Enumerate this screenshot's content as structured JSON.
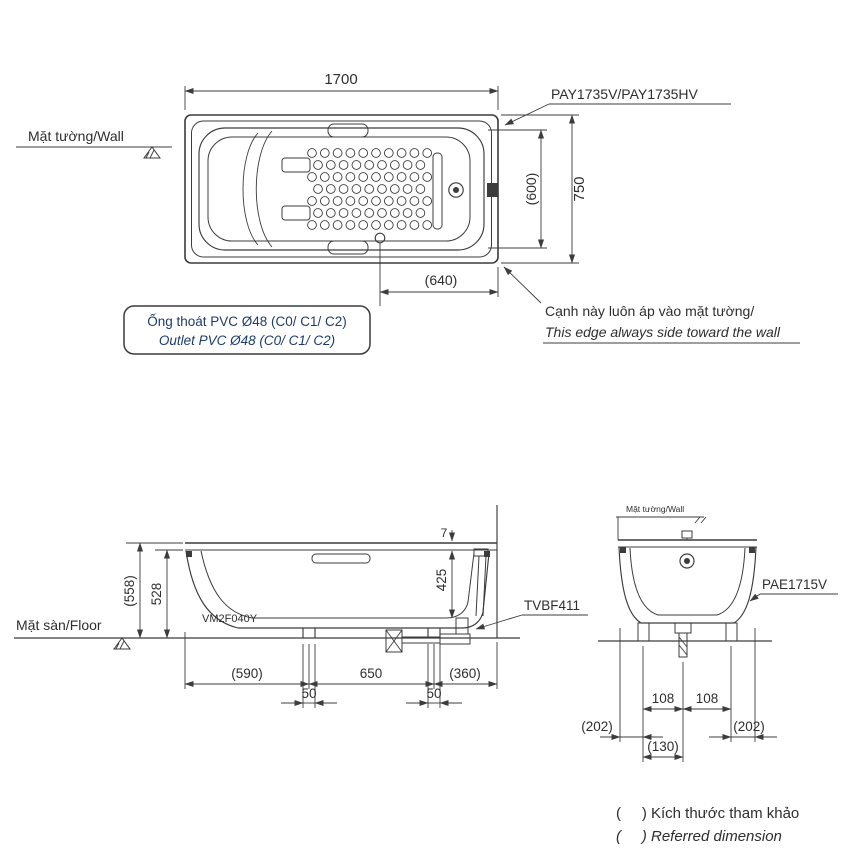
{
  "colors": {
    "line": "#3c3c3c",
    "text": "#2e2e2e",
    "accent": "#1d3c6e",
    "bg": "#ffffff"
  },
  "top_view": {
    "dim_width": "1700",
    "model": "PAY1735V/PAY1735HV",
    "wall_label": "Mặt tường/Wall",
    "dim_height": "750",
    "dim_inner": "(600)",
    "dim_drain": "(640)",
    "outlet_vi": "Ống thoát PVC Ø48 (C0/ C1/ C2)",
    "outlet_en": "Outlet PVC Ø48 (C0/ C1/ C2)",
    "edge_vi": "Cạnh này luôn áp vào mặt tường/",
    "edge_en": "This edge always side toward the wall"
  },
  "side_view": {
    "floor_label": "Mặt sàn/Floor",
    "dim_total": "(558)",
    "dim_body": "528",
    "dim_depth": "425",
    "dim_rim": "7",
    "part": "VM2F040Y",
    "drain_kit": "TVBF411",
    "dim_a": "(590)",
    "dim_b": "650",
    "dim_c": "(360)",
    "dim_off1": "50",
    "dim_off2": "50"
  },
  "end_view": {
    "wall_label": "Mặt tường/Wall",
    "model": "PAE1715V",
    "dim_l1": "108",
    "dim_r1": "108",
    "dim_l2": "(202)",
    "dim_c2": "(130)",
    "dim_r2": "(202)"
  },
  "legend": {
    "vi": "(     ) Kích thước tham khảo",
    "en": "(     ) Referred dimension"
  }
}
